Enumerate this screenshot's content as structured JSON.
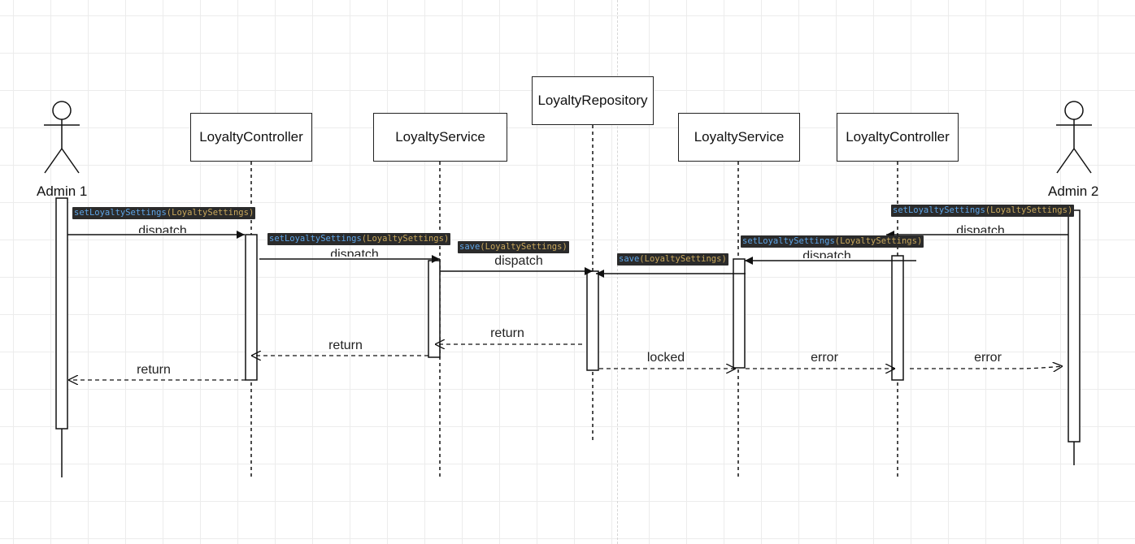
{
  "participants": {
    "admin1": "Admin 1",
    "controller1": "LoyaltyController",
    "service1": "LoyaltyService",
    "repository": "LoyaltyRepository",
    "service2": "LoyaltyService",
    "controller2": "LoyaltyController",
    "admin2": "Admin 2"
  },
  "messages": {
    "dispatch": "dispatch",
    "return": "return",
    "locked": "locked",
    "error": "error"
  },
  "tooltips": {
    "set_method": "setLoyaltySettings",
    "save_method": "save",
    "param": "(LoyaltySettings)"
  },
  "colors": {
    "line": "#111111",
    "tooltip_bg": "#2b2b2b",
    "tooltip_method": "#5ea5e8",
    "tooltip_param": "#c9a85c"
  }
}
